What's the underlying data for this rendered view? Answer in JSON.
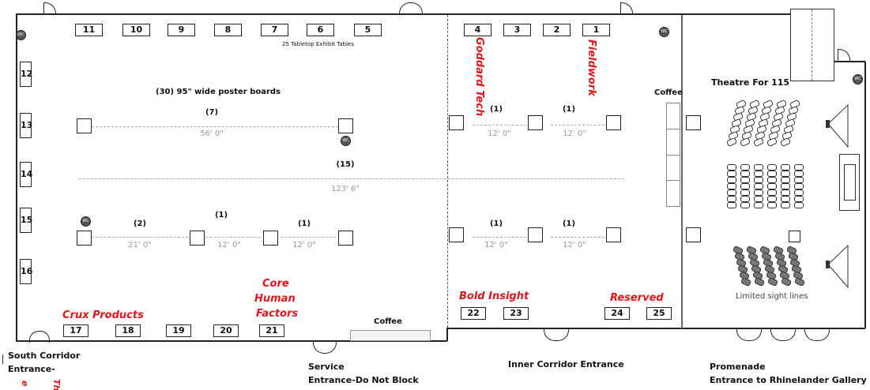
{
  "tables_top": [
    {
      "n": "11"
    },
    {
      "n": "10"
    },
    {
      "n": "9"
    },
    {
      "n": "8"
    },
    {
      "n": "7"
    },
    {
      "n": "6"
    },
    {
      "n": "5"
    },
    {
      "n": "4"
    },
    {
      "n": "3"
    },
    {
      "n": "2"
    },
    {
      "n": "1"
    }
  ],
  "tables_left": [
    {
      "n": "12"
    },
    {
      "n": "13"
    },
    {
      "n": "14"
    },
    {
      "n": "15"
    },
    {
      "n": "16"
    }
  ],
  "tables_bottom": [
    {
      "n": "17"
    },
    {
      "n": "18"
    },
    {
      "n": "19"
    },
    {
      "n": "20"
    },
    {
      "n": "21"
    },
    {
      "n": "22"
    },
    {
      "n": "23"
    },
    {
      "n": "24"
    },
    {
      "n": "25"
    }
  ],
  "labels": {
    "tabletop": "25 Tabletop Exhibit Tables",
    "posters": "(30) 95\" wide poster boards",
    "coffee_right": "Coffee",
    "coffee_bottom": "Coffee",
    "theatre": "Theatre For 115",
    "sight": "Limited sight lines",
    "wc": "WC"
  },
  "dimensions": {
    "row1_count": "(7)",
    "row1_len": "56' 0\"",
    "mid_count": "(15)",
    "mid_len": "123' 6\"",
    "r1a_count": "(1)",
    "r1a_len": "12' 0\"",
    "r1b_count": "(1)",
    "r1b_len": "12' 0\"",
    "r2a_count": "(2)",
    "r2a_len": "21' 0\"",
    "r2b_count": "(1)",
    "r2b_len": "12' 0\"",
    "r2c_count": "(1)",
    "r2c_len": "12' 0\"",
    "r2d_count": "(1)",
    "r2d_len": "12' 0\"",
    "r2e_count": "(1)",
    "r2e_len": "12' 0\""
  },
  "exhibitors": {
    "goddard": "Goddard Tech",
    "fieldwork": "Fieldwork",
    "crux": "Crux Products",
    "core1": "Core",
    "core2": "Human",
    "core3": "Factors",
    "bold": "Bold Insight",
    "reserved": "Reserved",
    "cut1": "e",
    "cut2": "Th"
  },
  "entrances": {
    "south1": "South Corridor",
    "south2": "Entrance-",
    "service1": "Service",
    "service2": "Entrance-Do Not Block",
    "inner": "Inner Corridor Entrance",
    "prom1": "Promenade",
    "prom2": "Entrance to Rhinelander Gallery"
  }
}
